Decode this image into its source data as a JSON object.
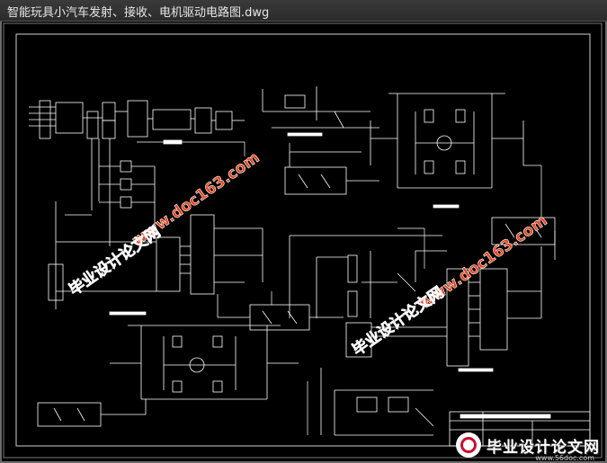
{
  "window": {
    "title": "智能玩具小汽车发射、接收、电机驱动电路图.dwg"
  },
  "watermarks": {
    "site_text": "www.doc163.com",
    "brand_text": "毕业设计论文网"
  },
  "logo": {
    "text": "毕业设计论文网",
    "url": "www.56doc.com"
  },
  "colors": {
    "background": "#000000",
    "lines": "#ffffff",
    "watermark": "#e8431f"
  }
}
